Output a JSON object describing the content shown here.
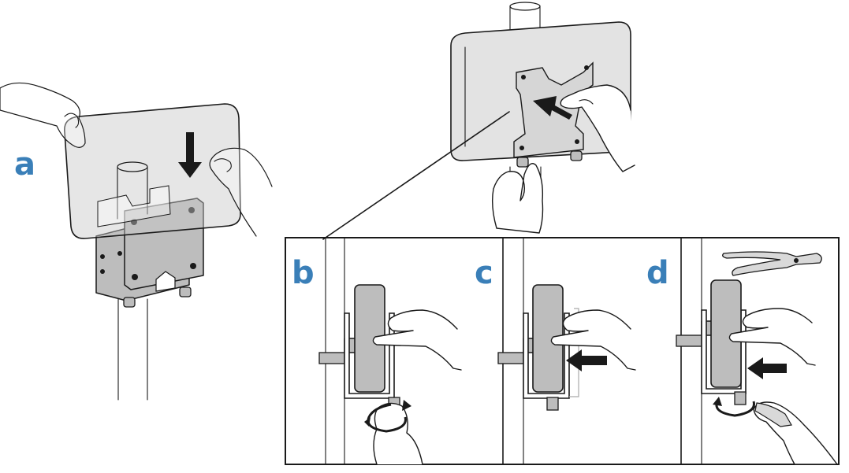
{
  "steps": {
    "a": "a",
    "b": "b",
    "c": "c",
    "d": "d"
  },
  "colors": {
    "step_label": "#3a7fb8",
    "housing_fill": "#e3e3e3",
    "bracket_fill": "#bdbdbd",
    "outline": "#1a1a1a",
    "panel_frame": "#1a1a1a"
  },
  "icons": [
    "hand-icon",
    "arrow-down-icon",
    "arrow-left-icon",
    "rotate-arrow-icon",
    "pliers-icon",
    "pole-icon",
    "mounting-bracket-icon"
  ]
}
